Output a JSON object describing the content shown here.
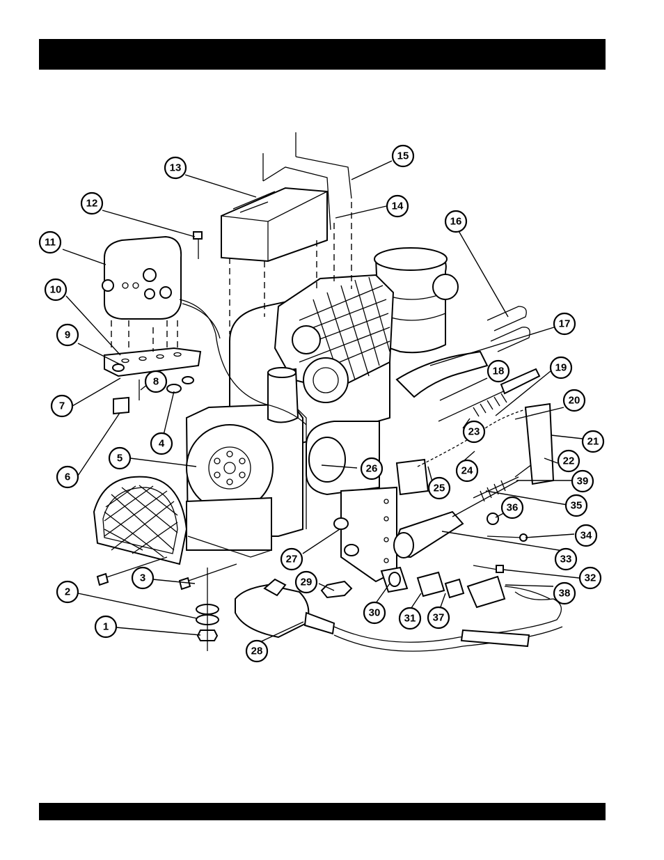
{
  "callouts": [
    "1",
    "2",
    "3",
    "4",
    "5",
    "6",
    "7",
    "8",
    "9",
    "10",
    "11",
    "12",
    "13",
    "14",
    "15",
    "16",
    "17",
    "18",
    "19",
    "20",
    "21",
    "22",
    "23",
    "24",
    "25",
    "26",
    "27",
    "28",
    "29",
    "30",
    "31",
    "32",
    "33",
    "34",
    "35",
    "36",
    "37",
    "38",
    "39"
  ],
  "icons": {
    "header_bar": "header-bar",
    "footer_bar": "footer-bar"
  }
}
